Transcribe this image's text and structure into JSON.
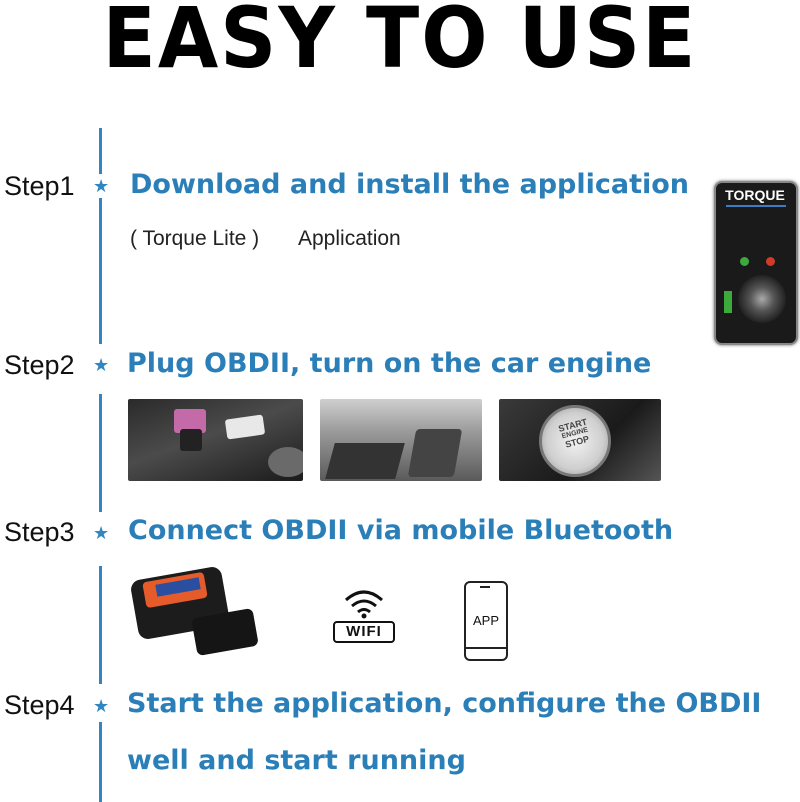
{
  "title": "EASY TO USE",
  "steps": [
    {
      "label": "Step1",
      "heading": "Download and install the application",
      "sub_paren": "( Torque Lite )",
      "sub_text": "Application"
    },
    {
      "label": "Step2",
      "heading": "Plug OBDII, turn on the car engine"
    },
    {
      "label": "Step3",
      "heading": "Connect OBDII via mobile Bluetooth"
    },
    {
      "label": "Step4",
      "heading_line1": "Start the application, configure the OBDII",
      "heading_line2": "well and start running"
    }
  ],
  "torque_app": {
    "name": "TORQUE"
  },
  "engine_button": {
    "line1": "START",
    "line2": "ENGINE",
    "line3": "STOP"
  },
  "wifi_icon": {
    "label": "WIFI"
  },
  "phone_icon": {
    "label": "APP"
  },
  "colors": {
    "accent": "#2f86c2",
    "heading": "#2b7fb8"
  }
}
